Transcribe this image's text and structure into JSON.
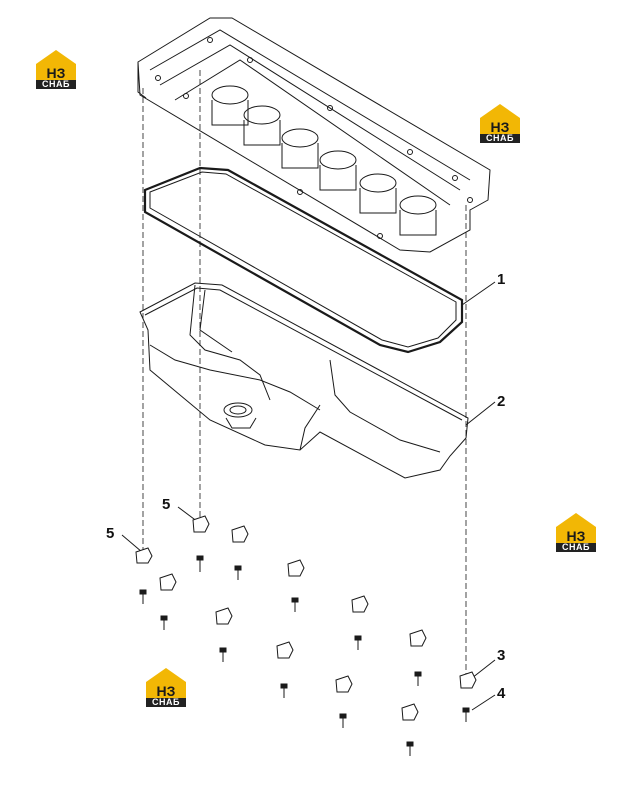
{
  "callouts": [
    {
      "id": "1",
      "label": "1"
    },
    {
      "id": "2",
      "label": "2"
    },
    {
      "id": "3",
      "label": "3"
    },
    {
      "id": "4",
      "label": "4"
    },
    {
      "id": "5a",
      "label": "5"
    },
    {
      "id": "5b",
      "label": "5"
    }
  ],
  "watermark": {
    "mark": "НЗ",
    "text": "СНАБ",
    "colors": {
      "yellow": "#f2b705",
      "dark": "#222222"
    }
  },
  "colors": {
    "line": "#1a1a1a",
    "background": "#ffffff"
  }
}
